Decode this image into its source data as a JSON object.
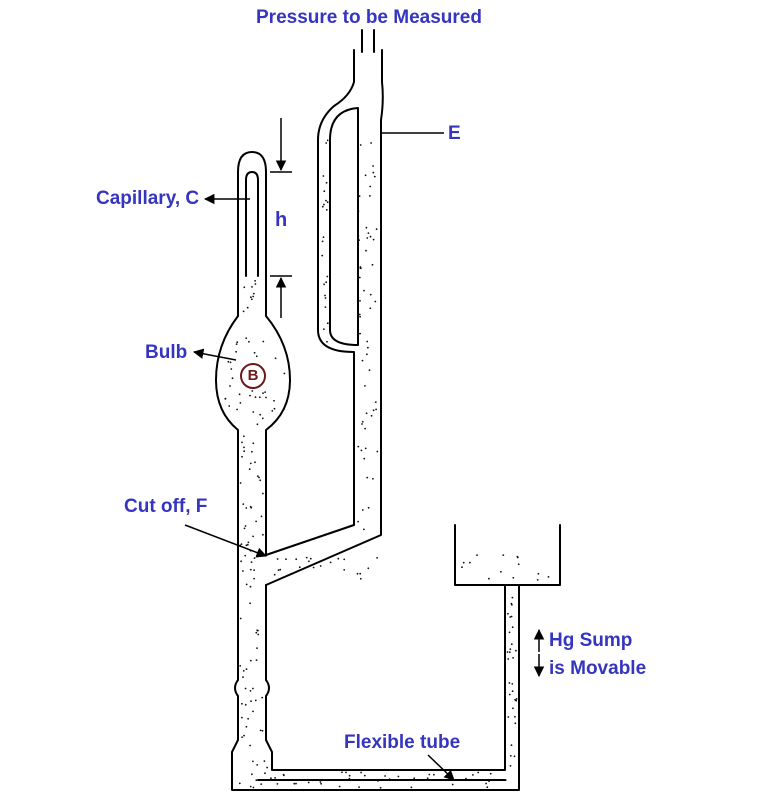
{
  "colors": {
    "label": "#3535c0",
    "line": "#000000",
    "mercury_dots": "#111111",
    "bulb_mark": "#6a1a1a"
  },
  "labels": {
    "pressure": "Pressure to be Measured",
    "e": "E",
    "capillary": "Capillary, C",
    "h": "h",
    "bulb": "Bulb",
    "bulb_mark": "B",
    "cutoff": "Cut off, F",
    "sump_line1": "Hg Sump",
    "sump_line2": "is Movable",
    "flexible": "Flexible tube"
  }
}
